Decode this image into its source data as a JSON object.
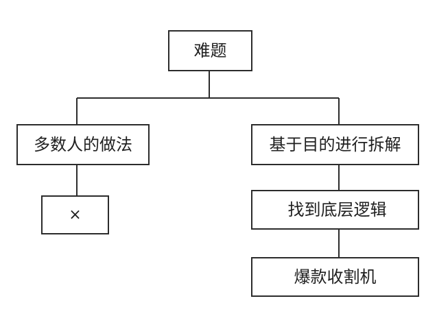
{
  "diagram": {
    "root": {
      "label": "难题"
    },
    "branches": [
      {
        "label": "多数人的做法",
        "children": [
          {
            "label": "×"
          }
        ]
      },
      {
        "label": "基于目的进行拆解",
        "children": [
          {
            "label": "找到底层逻辑"
          },
          {
            "label": "爆款收割机"
          }
        ]
      }
    ],
    "colors": {
      "border": "#2b2b2b",
      "connector": "#2b2b2b",
      "text": "#1f1f1f",
      "background": "#ffffff"
    }
  }
}
